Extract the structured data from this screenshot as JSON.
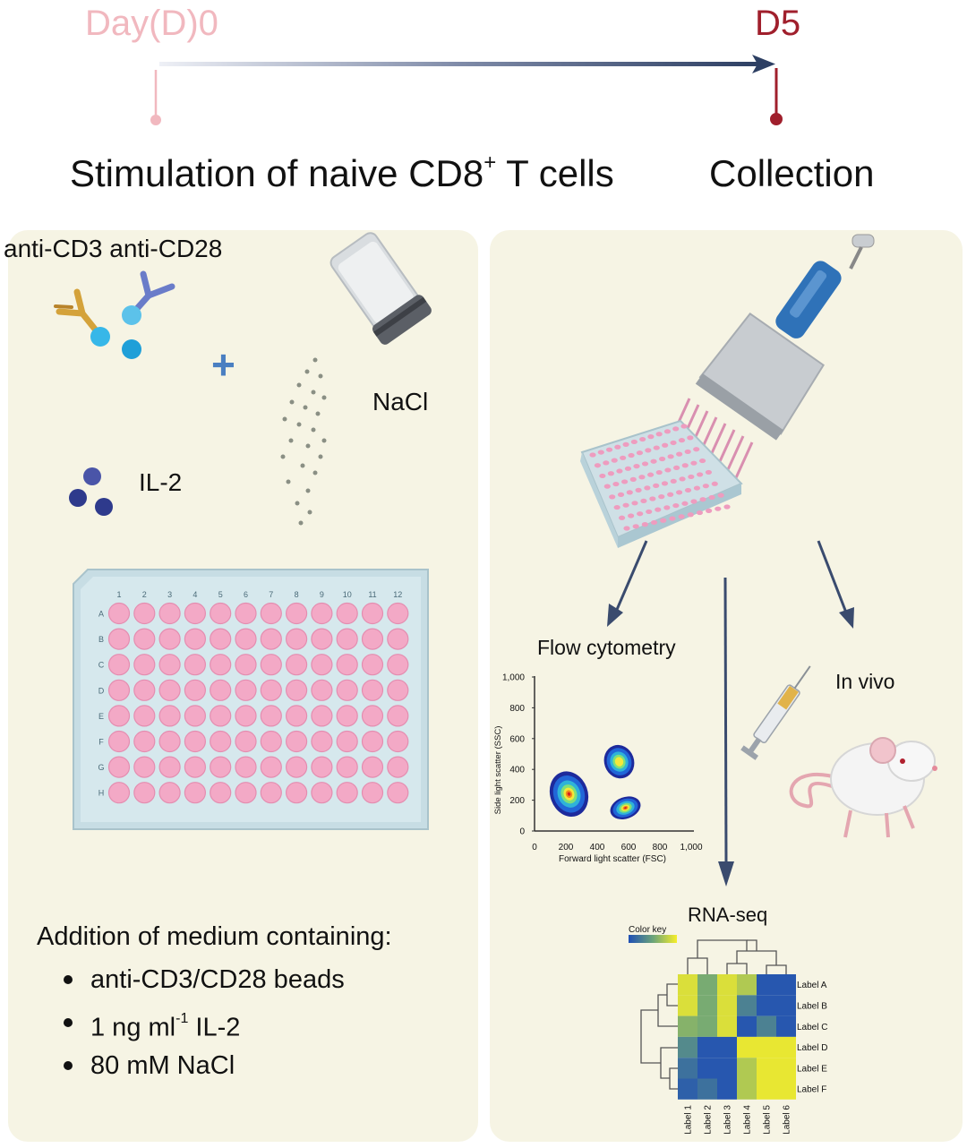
{
  "timeline": {
    "start_label": "Day(D)0",
    "end_label": "D5",
    "start_color": "#f1b8bf",
    "end_color": "#a01f2c"
  },
  "stages": {
    "stimulation_text": "Stimulation of naive CD8",
    "stimulation_sup": "+",
    "stimulation_tail": " T cells",
    "collection": "Collection"
  },
  "left_panel": {
    "antibodies_label": "anti-CD3 anti-CD28",
    "plus": "+",
    "nacl_label": "NaCl",
    "il2_label": "IL-2",
    "plate": {
      "columns": [
        "1",
        "2",
        "3",
        "4",
        "5",
        "6",
        "7",
        "8",
        "9",
        "10",
        "11",
        "12"
      ],
      "rows": [
        "A",
        "B",
        "C",
        "D",
        "E",
        "F",
        "G",
        "H"
      ]
    },
    "medium_title": "Addition of medium containing:",
    "medium_items": {
      "item1": "anti-CD3/CD28 beads",
      "item2_pre": "1 ng ml",
      "item2_sup": "-1",
      "item2_post": " IL-2",
      "item3": "80 mM NaCl"
    }
  },
  "right_panel": {
    "flow_label": "Flow cytometry",
    "invivo_label": "In vivo",
    "rnaseq_label": "RNA-seq"
  },
  "chart_data": [
    {
      "type": "scatter",
      "title": "",
      "xlabel": "Forward light scatter (FSC)",
      "ylabel": "Side light scatter (SSC)",
      "xlim": [
        0,
        1000
      ],
      "ylim": [
        0,
        1000
      ],
      "x_ticks": [
        "0",
        "200",
        "400",
        "600",
        "800",
        "1,000"
      ],
      "y_ticks": [
        "0",
        "200",
        "400",
        "600",
        "800",
        "1,000"
      ],
      "clusters": [
        {
          "cx": 220,
          "cy": 240,
          "rx": 120,
          "ry": 150
        },
        {
          "cx": 540,
          "cy": 450,
          "rx": 95,
          "ry": 110
        },
        {
          "cx": 580,
          "cy": 150,
          "rx": 100,
          "ry": 70
        }
      ]
    },
    {
      "type": "heatmap",
      "title": "",
      "color_key_label": "Color key",
      "row_labels": [
        "Label A",
        "Label B",
        "Label C",
        "Label D",
        "Label E",
        "Label F"
      ],
      "col_labels": [
        "Label 1",
        "Label 2",
        "Label 3",
        "Label 4",
        "Label 5",
        "Label 6"
      ],
      "values": [
        [
          0.9,
          0.55,
          0.9,
          0.75,
          0.05,
          0.05
        ],
        [
          0.9,
          0.55,
          0.9,
          0.3,
          0.05,
          0.05
        ],
        [
          0.6,
          0.55,
          0.9,
          0.05,
          0.3,
          0.05
        ],
        [
          0.35,
          0.05,
          0.05,
          0.95,
          0.95,
          0.95
        ],
        [
          0.2,
          0.05,
          0.05,
          0.75,
          0.95,
          0.95
        ],
        [
          0.1,
          0.2,
          0.05,
          0.75,
          0.95,
          0.95
        ]
      ]
    }
  ]
}
